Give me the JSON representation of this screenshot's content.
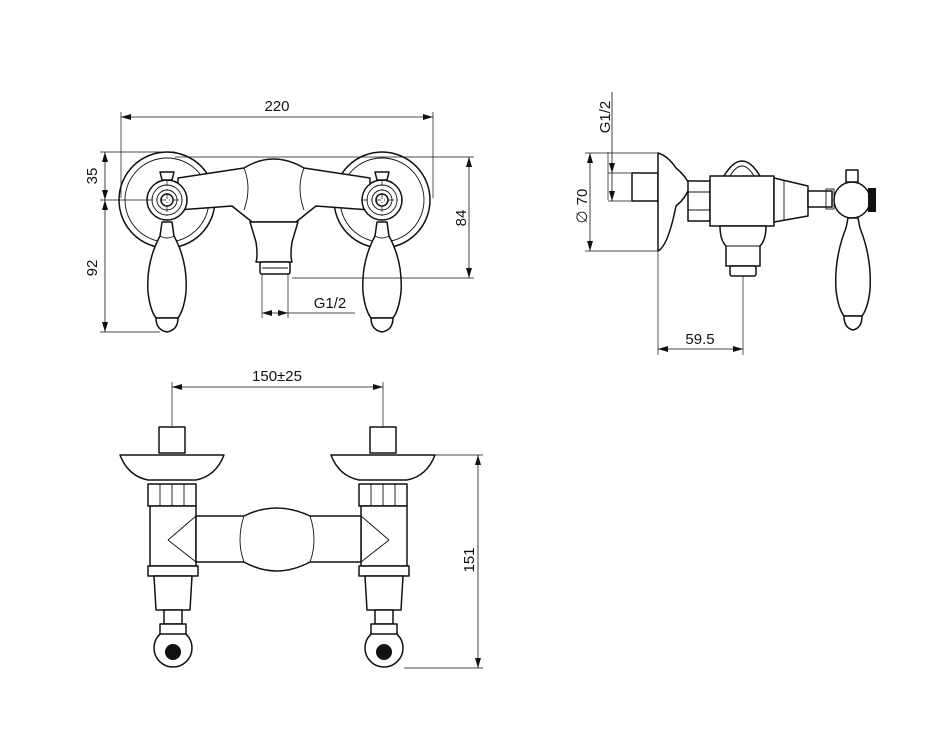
{
  "dimensions": {
    "overall_width": "220",
    "top_offset": "35",
    "lower_height": "92",
    "body_height": "84",
    "outlet_thread": "G1/2",
    "inlet_thread": "G1/2",
    "rosette_diameter": "70",
    "rosette_diameter_symbol": "∅",
    "projection": "59.5",
    "centers": "150±25",
    "total_height": "151"
  },
  "style": {
    "line_color": "#111111",
    "background": "#ffffff"
  }
}
